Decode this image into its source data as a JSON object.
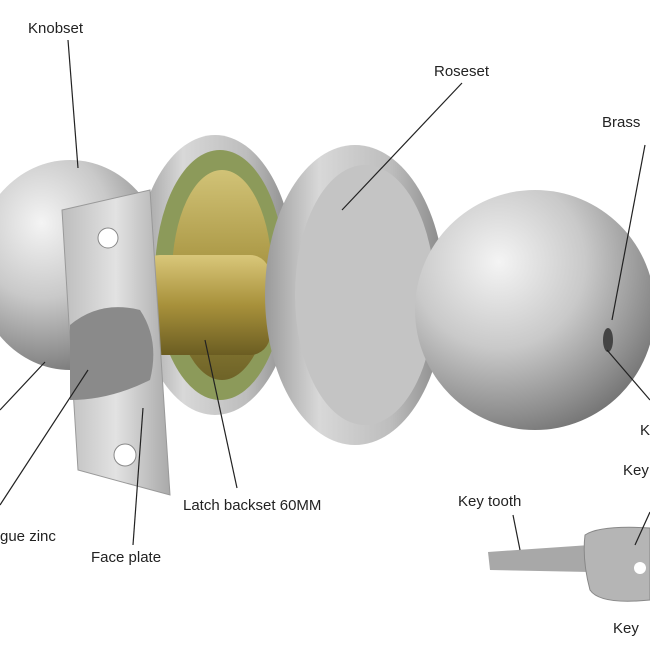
{
  "labels": {
    "knobset": "Knobset",
    "roseset": "Roseset",
    "brass": "Brass",
    "k_cut": "K",
    "key_cut": "Key",
    "key_tooth": "Key tooth",
    "latch_backset": "Latch backset 60MM",
    "tongue_zinc": "gue zinc",
    "face_plate": "Face plate",
    "key": "Key"
  }
}
